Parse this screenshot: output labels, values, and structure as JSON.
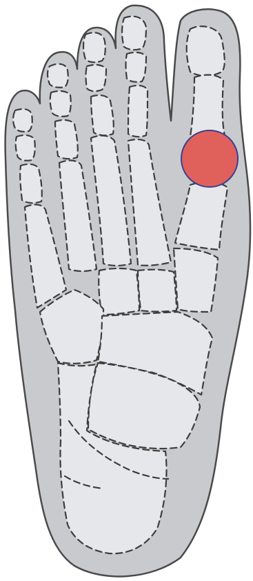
{
  "diagram": {
    "subject": "foot-skeleton-top-view",
    "colors": {
      "background": "#ffffff",
      "skin": "#c9cacd",
      "skin_outline": "#4a4a4a",
      "bone_fill": "#e6e7ea",
      "bone_outline": "#3d3d3d",
      "marker_fill": "#e0615c",
      "marker_outline": "#3a3f8f"
    },
    "marker": {
      "location": "big-toe-joint",
      "shape": "circle"
    }
  }
}
